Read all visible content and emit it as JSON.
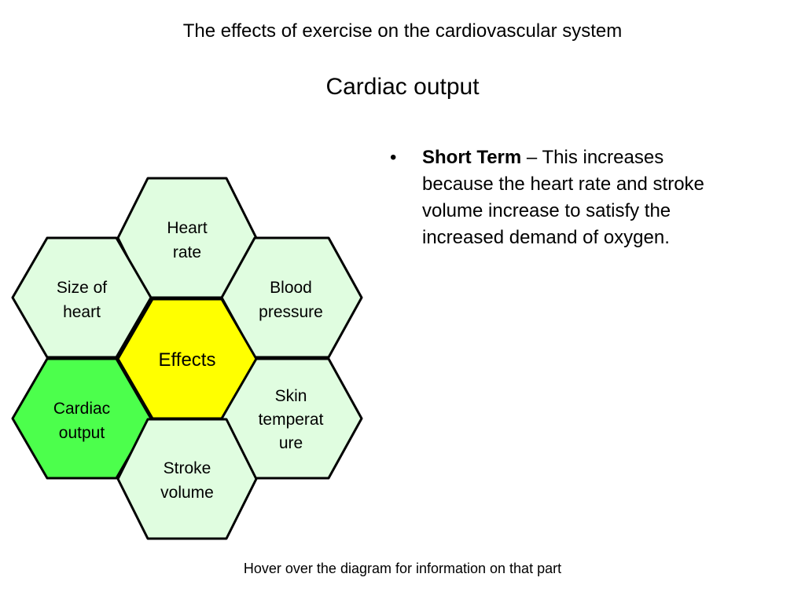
{
  "title": "The effects of exercise on the cardiovascular system",
  "subtitle": "Cardiac output",
  "colors": {
    "outer_fill": "#e0fde0",
    "center_fill": "#ffff00",
    "selected_fill": "#4cff4c",
    "stroke": "#000000"
  },
  "hexagons": {
    "heart_rate": [
      "Heart",
      "rate"
    ],
    "size_of_heart": [
      "Size of",
      "heart"
    ],
    "blood_pressure": [
      "Blood",
      "pressure"
    ],
    "effects": [
      "Effects"
    ],
    "cardiac_output": [
      "Cardiac",
      "output"
    ],
    "skin_temperature": [
      "Skin",
      "temperat",
      "ure"
    ],
    "stroke_volume": [
      "Stroke",
      "volume"
    ]
  },
  "info": {
    "bullet": "•",
    "term": "Short Term",
    "text": " – This increases because the heart rate and stroke volume increase to satisfy the increased demand of oxygen."
  },
  "footer": "Hover over the diagram for information on that part"
}
